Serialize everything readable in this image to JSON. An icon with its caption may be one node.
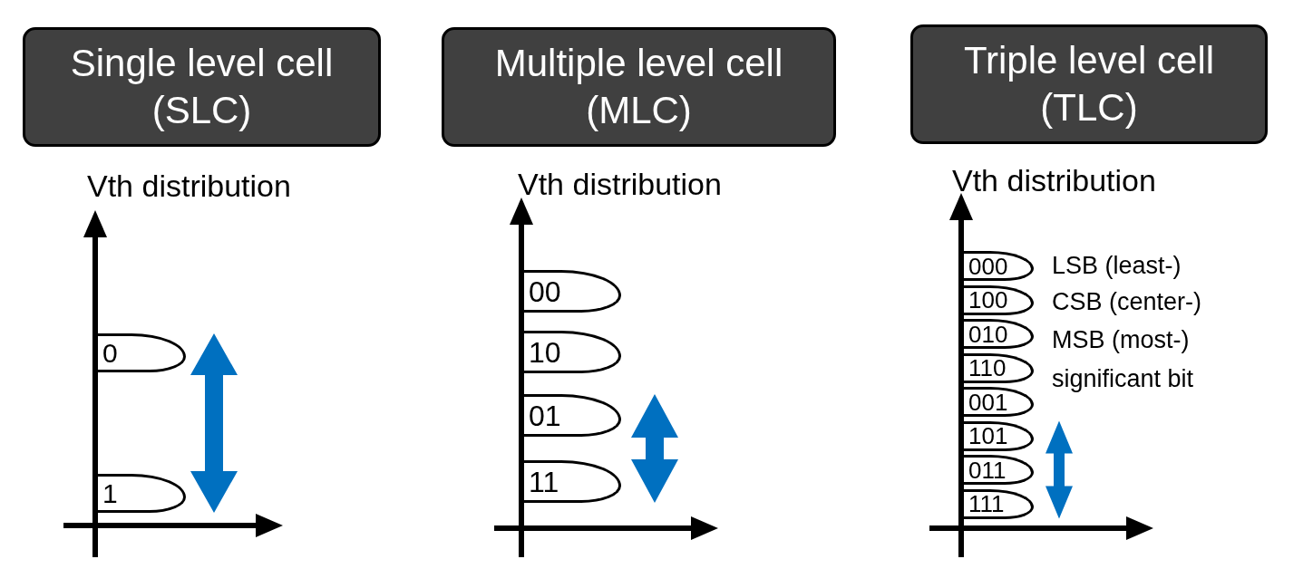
{
  "diagram": {
    "nodes": [
      {
        "text": [
          "Single level cell (SLC)"
        ]
      },
      {
        "text": [
          "Multiple level cell (MLC)"
        ]
      },
      {
        "text": [
          "Triple level cell (TLC)"
        ]
      },
      {
        "text": [
          "0"
        ]
      },
      {
        "text": [
          "1"
        ]
      },
      {
        "text": [
          "00"
        ]
      },
      {
        "text": [
          "10"
        ]
      },
      {
        "text": [
          "01"
        ]
      },
      {
        "text": [
          "11"
        ]
      },
      {
        "text": [
          "000"
        ]
      },
      {
        "text": [
          "100"
        ]
      },
      {
        "text": [
          "010"
        ]
      },
      {
        "text": [
          "110"
        ]
      },
      {
        "text": [
          "001"
        ]
      },
      {
        "text": [
          "101"
        ]
      },
      {
        "text": [
          "011"
        ]
      },
      {
        "text": [
          "111"
        ]
      }
    ],
    "edges": [
      {
        "from": 3,
        "to": 4,
        "arrow": "both",
        "color": "#0070c0",
        "style": "thick"
      },
      {
        "from": 7,
        "to": 8,
        "arrow": "both",
        "color": "#0070c0",
        "style": "thick"
      },
      {
        "from": 14,
        "to": 16,
        "arrow": "both",
        "color": "#0070c0",
        "style": "thick"
      }
    ],
    "labels": [
      "Vth distribution",
      "Vth distribution",
      "Vth distribution",
      "LSB (least-)",
      "CSB (center-)",
      "MSB (most-)",
      "significant bit"
    ]
  }
}
